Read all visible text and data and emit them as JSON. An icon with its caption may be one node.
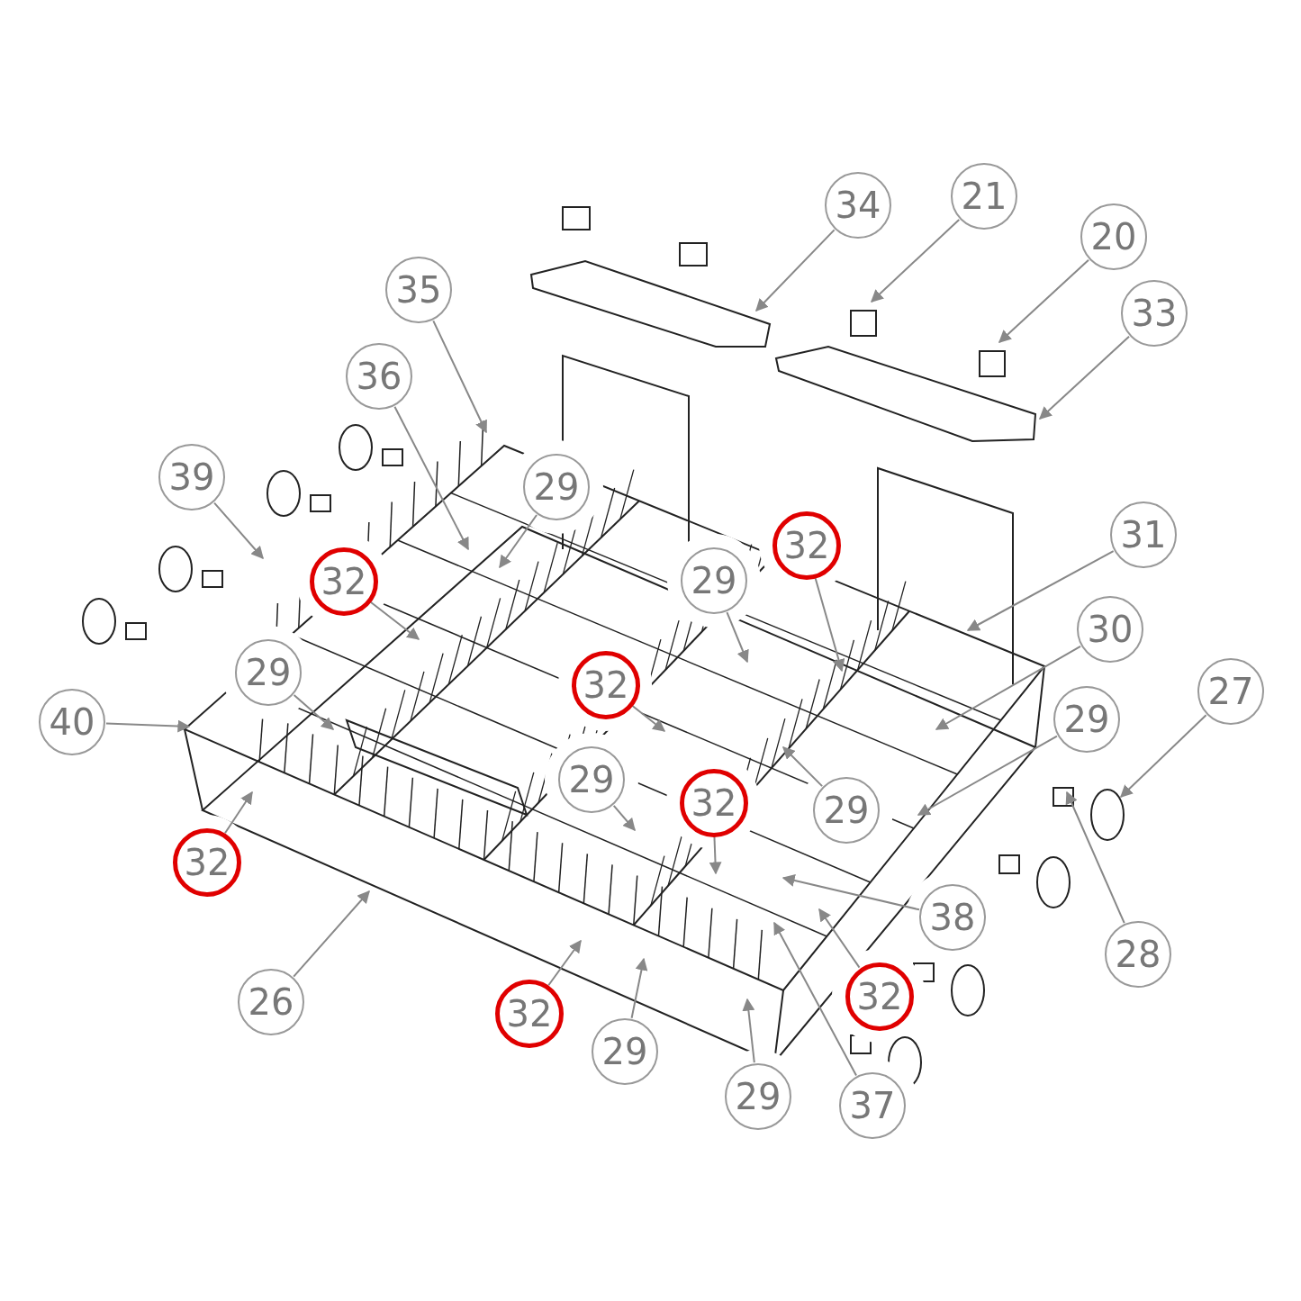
{
  "diagram": {
    "nodes": [
      {
        "text": [
          "34"
        ]
      },
      {
        "text": [
          "21"
        ]
      },
      {
        "text": [
          "20"
        ]
      },
      {
        "text": [
          "35"
        ]
      },
      {
        "text": [
          "33"
        ]
      },
      {
        "text": [
          "36"
        ]
      },
      {
        "text": [
          "39"
        ]
      },
      {
        "text": [
          "29"
        ]
      },
      {
        "text": [
          "31"
        ]
      },
      {
        "text": [
          "32"
        ]
      },
      {
        "text": [
          "32"
        ]
      },
      {
        "text": [
          "29"
        ]
      },
      {
        "text": [
          "30"
        ]
      },
      {
        "text": [
          "29"
        ]
      },
      {
        "text": [
          "32"
        ]
      },
      {
        "text": [
          "27"
        ]
      },
      {
        "text": [
          "29"
        ]
      },
      {
        "text": [
          "40"
        ]
      },
      {
        "text": [
          "29"
        ]
      },
      {
        "text": [
          "32"
        ]
      },
      {
        "text": [
          "29"
        ]
      },
      {
        "text": [
          "32"
        ]
      },
      {
        "text": [
          "38"
        ]
      },
      {
        "text": [
          "28"
        ]
      },
      {
        "text": [
          "26"
        ]
      },
      {
        "text": [
          "32"
        ]
      },
      {
        "text": [
          "32"
        ]
      },
      {
        "text": [
          "29"
        ]
      },
      {
        "text": [
          "29"
        ]
      },
      {
        "text": [
          "37"
        ]
      }
    ],
    "edges": [
      {
        "from": 0,
        "to": null,
        "arrow": "to"
      },
      {
        "from": 1,
        "to": null,
        "arrow": "to"
      },
      {
        "from": 2,
        "to": null,
        "arrow": "to"
      },
      {
        "from": 3,
        "to": null,
        "arrow": "to"
      },
      {
        "from": 4,
        "to": null,
        "arrow": "to"
      },
      {
        "from": 5,
        "to": null,
        "arrow": "to"
      },
      {
        "from": 6,
        "to": null,
        "arrow": "to"
      },
      {
        "from": 7,
        "to": null,
        "arrow": "to"
      },
      {
        "from": 8,
        "to": null,
        "arrow": "to"
      },
      {
        "from": 9,
        "to": null,
        "arrow": "to"
      },
      {
        "from": 10,
        "to": null,
        "arrow": "to"
      },
      {
        "from": 11,
        "to": null,
        "arrow": "to"
      },
      {
        "from": 12,
        "to": null,
        "arrow": "to"
      },
      {
        "from": 13,
        "to": null,
        "arrow": "to"
      },
      {
        "from": 14,
        "to": null,
        "arrow": "to"
      },
      {
        "from": 15,
        "to": null,
        "arrow": "to"
      },
      {
        "from": 16,
        "to": null,
        "arrow": "to"
      },
      {
        "from": 17,
        "to": null,
        "arrow": "to"
      },
      {
        "from": 18,
        "to": null,
        "arrow": "to"
      },
      {
        "from": 19,
        "to": null,
        "arrow": "to"
      },
      {
        "from": 20,
        "to": null,
        "arrow": "to"
      },
      {
        "from": 21,
        "to": null,
        "arrow": "to"
      },
      {
        "from": 22,
        "to": null,
        "arrow": "to"
      },
      {
        "from": 23,
        "to": null,
        "arrow": "to"
      },
      {
        "from": 24,
        "to": null,
        "arrow": "to"
      },
      {
        "from": 25,
        "to": null,
        "arrow": "to"
      },
      {
        "from": 26,
        "to": null,
        "arrow": "to"
      },
      {
        "from": 27,
        "to": null,
        "arrow": "to"
      },
      {
        "from": 28,
        "to": null,
        "arrow": "to"
      },
      {
        "from": 29,
        "to": null,
        "arrow": "to"
      }
    ]
  }
}
